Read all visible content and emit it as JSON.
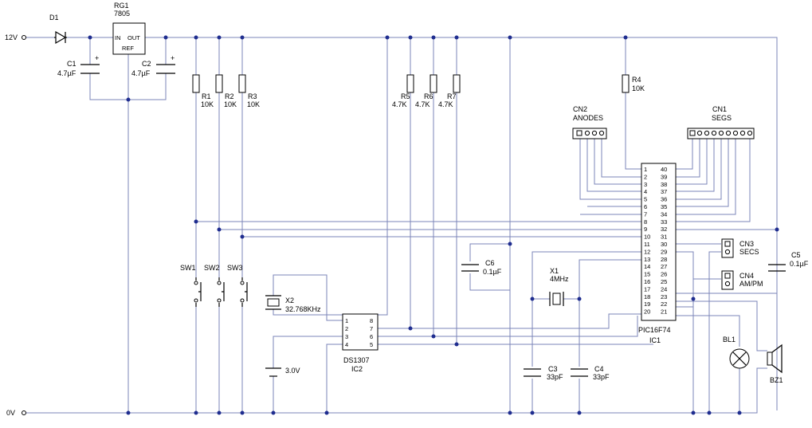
{
  "rails": {
    "supply": "12V",
    "ground": "0V"
  },
  "parts": {
    "d1": "D1",
    "rg1_ref": "RG1",
    "rg1_val": "7805",
    "rg1_in": "IN",
    "rg1_out": "OUT",
    "rg1_gnd": "REF",
    "c1_ref": "C1",
    "c1_val": "4.7µF",
    "c2_ref": "C2",
    "c2_val": "4.7µF",
    "plus": "+",
    "r1_ref": "R1",
    "r1_val": "10K",
    "r2_ref": "R2",
    "r2_val": "10K",
    "r3_ref": "R3",
    "r3_val": "10K",
    "r4_ref": "R4",
    "r4_val": "10K",
    "r5_ref": "R5",
    "r5_val": "4.7K",
    "r6_ref": "R6",
    "r6_val": "4.7K",
    "r7_ref": "R7",
    "r7_val": "4.7K",
    "sw1": "SW1",
    "sw2": "SW2",
    "sw3": "SW3",
    "x2_ref": "X2",
    "x2_val": "32.768KHz",
    "bat_val": "3.0V",
    "ic2_name": "DS1307",
    "ic2_ref": "IC2",
    "c6_ref": "C6",
    "c6_val": "0.1µF",
    "x1_ref": "X1",
    "x1_val": "4MHz",
    "c3_ref": "C3",
    "c3_val": "33pF",
    "c4_ref": "C4",
    "c4_val": "33pF",
    "ic1_name": "PIC16F74",
    "ic1_ref": "IC1",
    "cn2_ref": "CN2",
    "cn2_val": "ANODES",
    "cn1_ref": "CN1",
    "cn1_val": "SEGS",
    "cn3_ref": "CN3",
    "cn3_val": "SECS",
    "cn4_ref": "CN4",
    "cn4_val": "AM/PM",
    "c5_ref": "C5",
    "c5_val": "0.1µF",
    "bl1": "BL1",
    "bz1": "BZ1"
  },
  "ic2_pins_left": [
    "1",
    "2",
    "3",
    "4"
  ],
  "ic2_pins_right": [
    "8",
    "7",
    "6",
    "5"
  ],
  "ic1_pins_left": [
    "1",
    "2",
    "3",
    "4",
    "5",
    "6",
    "7",
    "8",
    "9",
    "10",
    "11",
    "12",
    "13",
    "14",
    "15",
    "16",
    "17",
    "18",
    "19",
    "20"
  ],
  "ic1_pins_right": [
    "40",
    "39",
    "38",
    "37",
    "36",
    "35",
    "34",
    "33",
    "32",
    "31",
    "30",
    "29",
    "28",
    "27",
    "26",
    "25",
    "24",
    "23",
    "22",
    "21"
  ]
}
